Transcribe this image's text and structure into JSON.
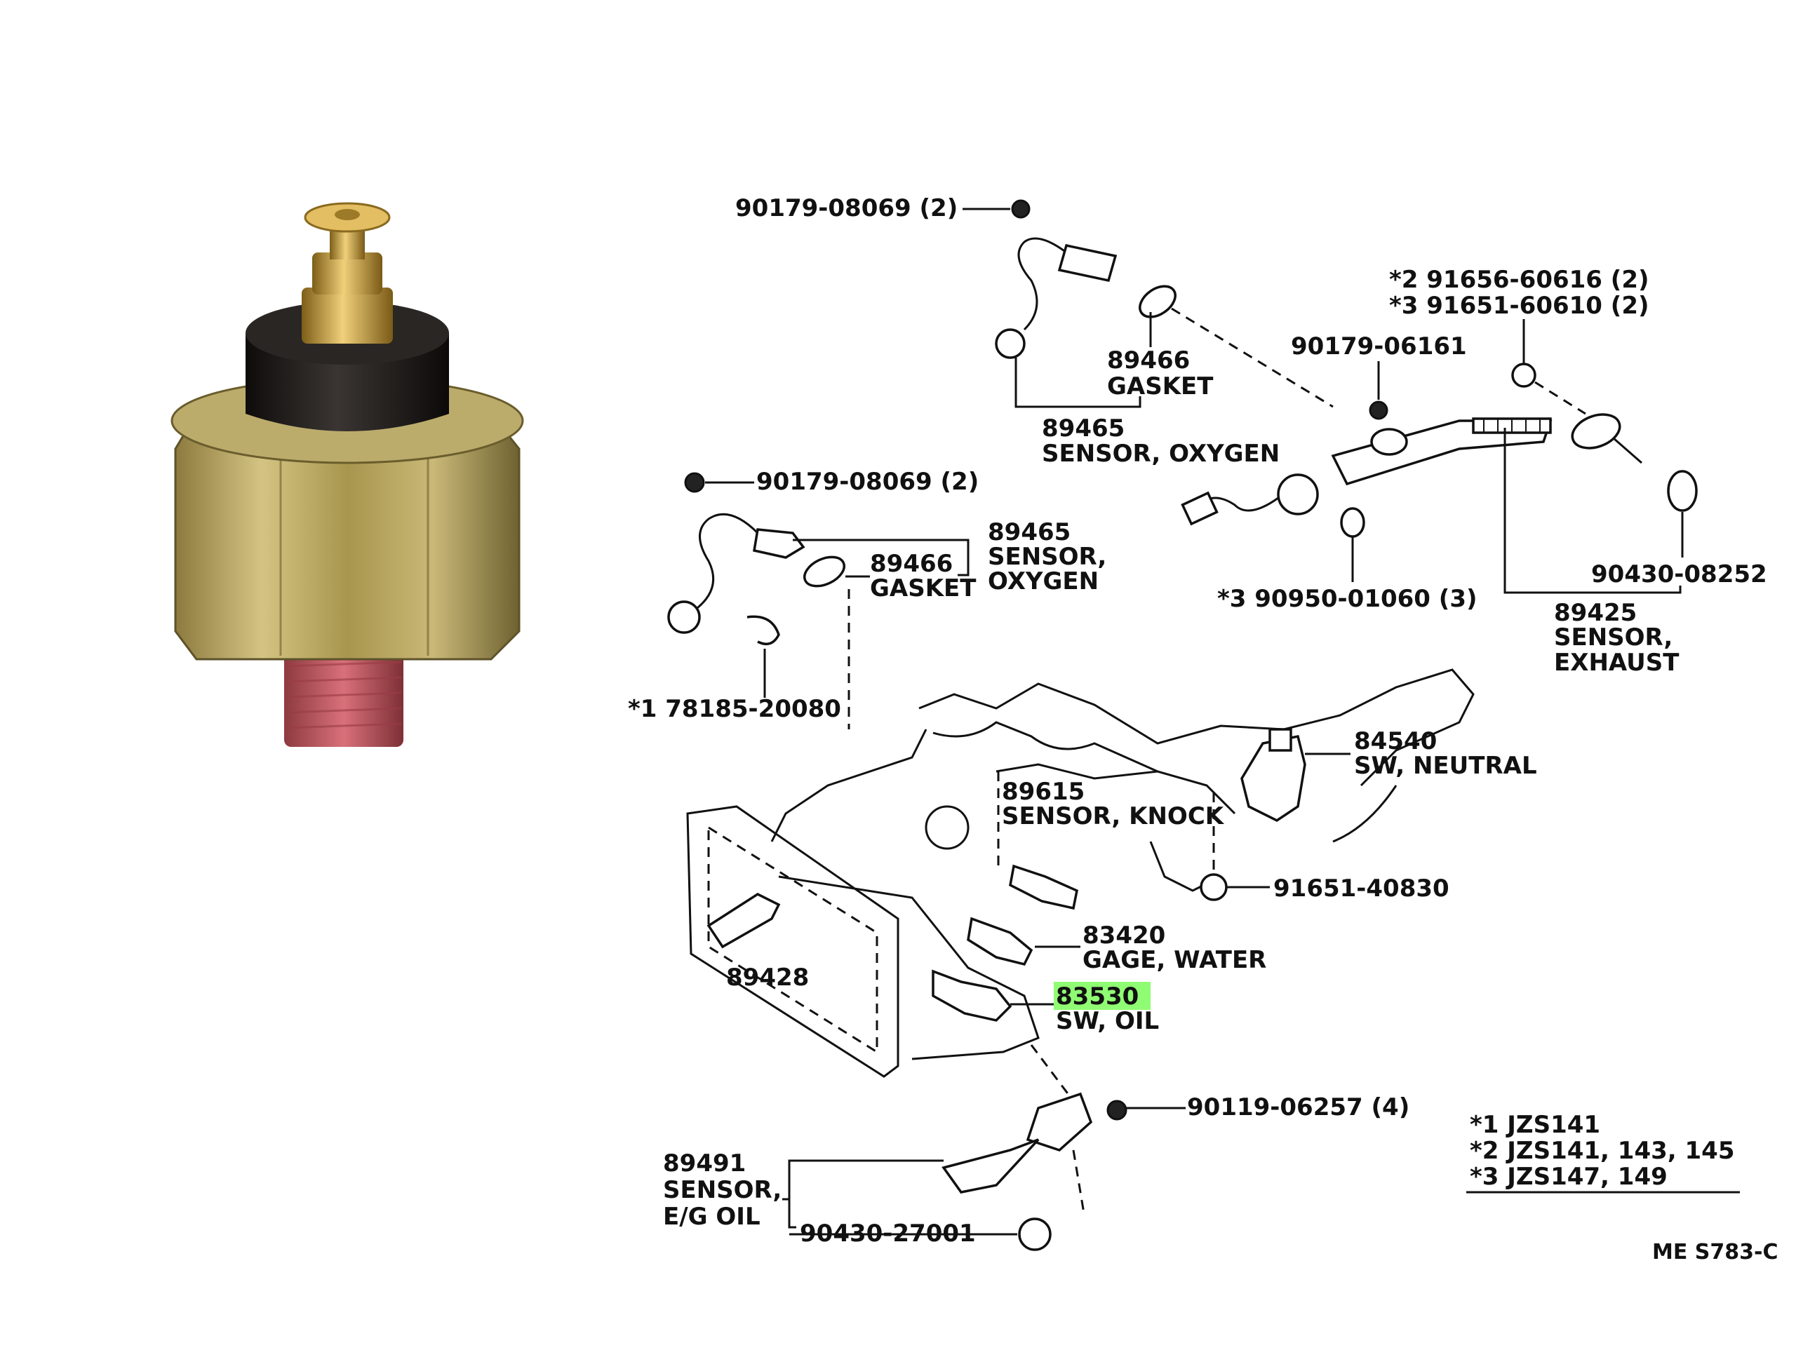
{
  "colors": {
    "highlight": "#7CFC5A",
    "ink": "#111111",
    "sensor_body": "#B8A45C",
    "sensor_cap": "#1E1B1A",
    "sensor_brass": "#C8A03A",
    "sensor_thread": "#C0505A"
  },
  "photo": {
    "subject": "oil-pressure-switch"
  },
  "labels": {
    "p90179_08069_top": "90179-08069 (2)",
    "p89466_top_num": "89466",
    "p89466_top_name": "GASKET",
    "p89465_top_num": "89465",
    "p89465_top_name": "SENSOR, OXYGEN",
    "p91656_line1": "*2  91656-60616 (2)",
    "p91651_line2": "*3  91651-60610 (2)",
    "p90179_06161": "90179-06161",
    "p90179_08069_mid": "90179-08069 (2)",
    "p89465_mid_num": "89465",
    "p89465_mid_name1": "SENSOR,",
    "p89465_mid_name2": "OXYGEN",
    "p89466_mid_num": "89466",
    "p89466_mid_name": "GASKET",
    "p90950": "*3  90950-01060 (3)",
    "p90430_08252": "90430-08252",
    "p89425_num": "89425",
    "p89425_name1": "SENSOR,",
    "p89425_name2": "EXHAUST",
    "p78185": "*1  78185-20080",
    "p84540_num": "84540",
    "p84540_name": "SW, NEUTRAL",
    "p89615_num": "89615",
    "p89615_name": "SENSOR, KNOCK",
    "p91651_40830": "91651-40830",
    "p83420_num": "83420",
    "p83420_name": "GAGE, WATER",
    "p89428": "89428",
    "p83530_num": "83530",
    "p83530_name": "SW, OIL",
    "p90119": "90119-06257 (4)",
    "p89491_num": "89491",
    "p89491_name1": "SENSOR,",
    "p89491_name2": "E/G OIL",
    "p90430_27001": "90430-27001",
    "note1": "*1  JZS141",
    "note2": "*2  JZS141, 143, 145",
    "note3": "*3  JZS147, 149",
    "ref_code": "ME S783-C"
  }
}
